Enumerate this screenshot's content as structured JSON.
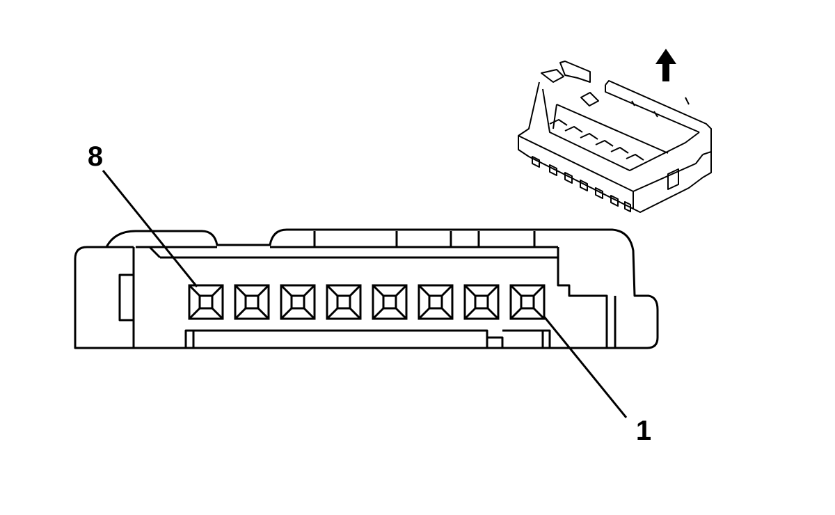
{
  "labels": {
    "pin_first": "1",
    "pin_last": "8"
  },
  "connector": {
    "cavity_count": 8,
    "first_pin": 1,
    "last_pin": 8
  },
  "indicator": {
    "arrow_icon": "up-arrow-icon"
  },
  "colors": {
    "line": "#000000",
    "background": "#ffffff"
  }
}
